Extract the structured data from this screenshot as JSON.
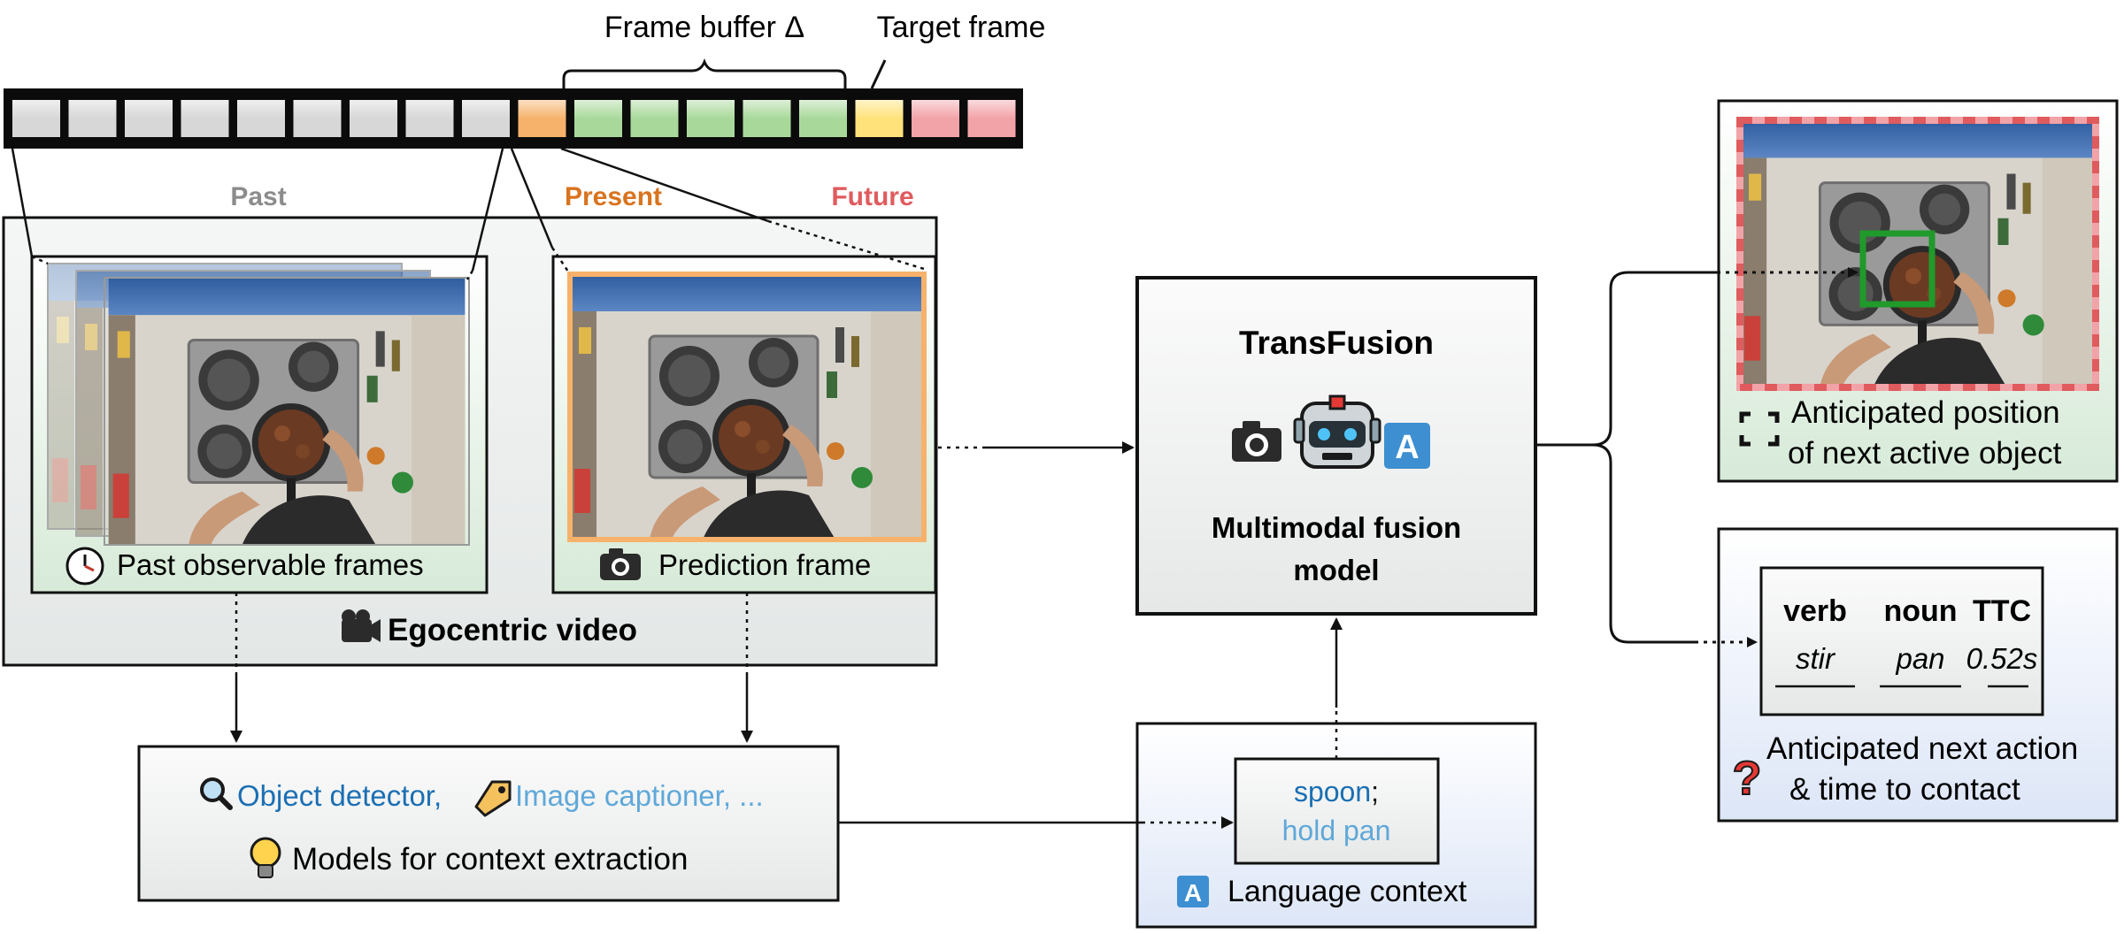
{
  "timeline": {
    "frame_buffer_label": "Frame buffer Δ",
    "target_frame_label": "Target frame",
    "past_label": "Past",
    "present_label": "Present",
    "future_label": "Future",
    "colors": {
      "past": "#d7d7d7",
      "present": "#f6b26b",
      "buffer": "#a9d99a",
      "target": "#ffe27a",
      "future": "#f2a3a8"
    }
  },
  "video": {
    "title": "Egocentric video",
    "past_frames_label": "Past observable frames",
    "prediction_frame_label": "Prediction frame"
  },
  "context_models": {
    "object_detector": "Object detector,",
    "image_captioner": "Image captioner, ...",
    "title": "Models for context extraction"
  },
  "model": {
    "name": "TransFusion",
    "desc_line1": "Multimodal fusion",
    "desc_line2": "model",
    "text_icon_letter": "A"
  },
  "language": {
    "object": "spoon",
    "object_suffix": ";",
    "action": "hold pan",
    "title": "Language context",
    "icon_letter": "A"
  },
  "output_position": {
    "line1": "Anticipated position",
    "line2": "of next active object"
  },
  "output_action": {
    "headers": [
      "verb",
      "noun",
      "TTC"
    ],
    "values": [
      "stir",
      "pan",
      "0.52s"
    ],
    "line1": "Anticipated next action",
    "line2": "& time to contact",
    "question_icon": "?"
  }
}
